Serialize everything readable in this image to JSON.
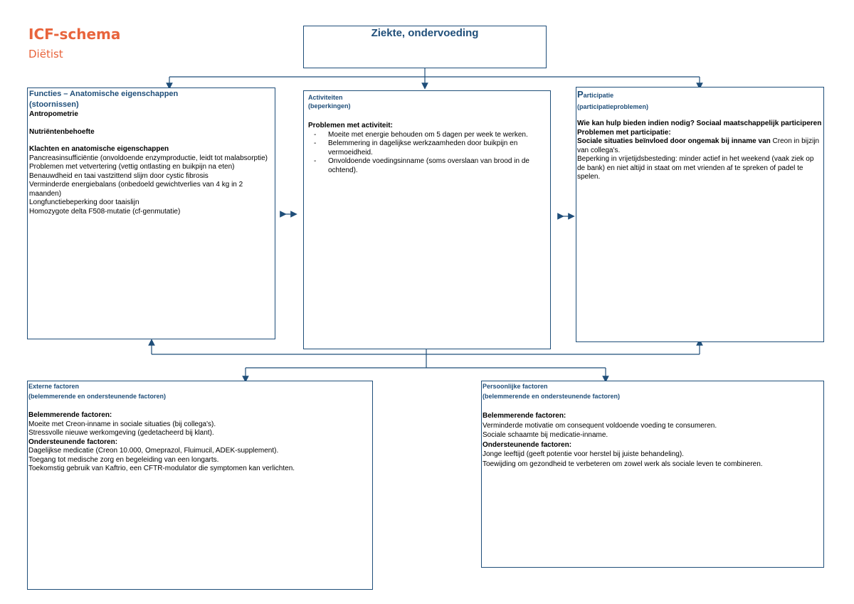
{
  "header": {
    "title": "ICF-schema",
    "subtitle": "Diëtist"
  },
  "center": {
    "title": "Ziekte, ondervoeding"
  },
  "functies": {
    "title": "Functies – Anatomische eigenschappen",
    "subtitle": "(stoornissen)",
    "antropometrie": "Antropometrie",
    "nutrienten": "Nutriëntenbehoefte",
    "klachten_heading": "Klachten en anatomische eigenschappen",
    "items": [
      "Pancreasinsufficiëntie (onvoldoende enzymproductie, leidt tot malabsorptie)",
      "Problemen met vetvertering (vettig ontlasting en buikpijn na eten)",
      "Benauwdheid en taai vastzittend slijm door cystic fibrosis",
      "Verminderde energiebalans (onbedoeld gewichtverlies van 4 kg in 2 maanden)",
      "Longfunctiebeperking door taaislijn",
      "Homozygote delta F508-mutatie (cf-genmutatie)"
    ]
  },
  "activiteiten": {
    "title": "Activiteiten",
    "subtitle": "(beperkingen)",
    "problems_heading": "Problemen met activiteit:",
    "items": [
      "Moeite met energie behouden om 5 dagen per week te werken.",
      "Belemmering in dagelijkse werkzaamheden door buikpijn en vermoeidheid.",
      "Onvoldoende voedingsinname (soms overslaan van brood in de ochtend)."
    ]
  },
  "participatie": {
    "title_first": "P",
    "title_rest": "articipatie",
    "subtitle": "(participatieproblemen)",
    "question": "Wie kan hulp bieden indien nodig? Sociaal maatschappelijk participeren",
    "problems_heading": "Problemen met participatie:",
    "item1_bold": "Sociale situaties beïnvloed door ongemak bij inname van",
    "item1_rest": " Creon in bijzijn van collega's.",
    "item2": "Beperking in vrijetijdsbesteding: minder actief in het weekend (vaak ziek op de bank) en niet altijd in staat om met vrienden af te spreken of padel te spelen."
  },
  "externe": {
    "title": "Externe factoren",
    "subtitle": "(belemmerende en ondersteunende factoren)",
    "belemmerend_heading": "Belemmerende factoren:",
    "belemmerend": [
      "Moeite met Creon-inname in sociale situaties (bij collega's).",
      "Stressvolle nieuwe werkomgeving (gedetacheerd bij klant)."
    ],
    "ondersteunend_heading": "Ondersteunende factoren:",
    "ondersteunend": [
      "Dagelijkse medicatie (Creon 10.000, Omeprazol, Fluimucil, ADEK-supplement).",
      "Toegang tot medische zorg en begeleiding van een longarts.",
      "Toekomstig gebruik van Kaftrio, een CFTR-modulator die symptomen kan verlichten."
    ]
  },
  "persoonlijke": {
    "title": "Persoonlijke factoren",
    "subtitle": "(belemmerende en ondersteunende factoren)",
    "belemmerend_heading": "Belemmerende factoren:",
    "belemmerend": [
      "Verminderde motivatie om consequent voldoende voeding te consumeren.",
      "Sociale schaamte bij medicatie-inname."
    ],
    "ondersteunend_heading": "Ondersteunende factoren:",
    "ondersteunend": [
      "Jonge leeftijd (geeft potentie voor herstel bij juiste behandeling).",
      "Toewijding om gezondheid te verbeteren om zowel werk als sociale leven te combineren."
    ]
  },
  "colors": {
    "accent": "#e8643c",
    "line": "#1f4e79"
  }
}
